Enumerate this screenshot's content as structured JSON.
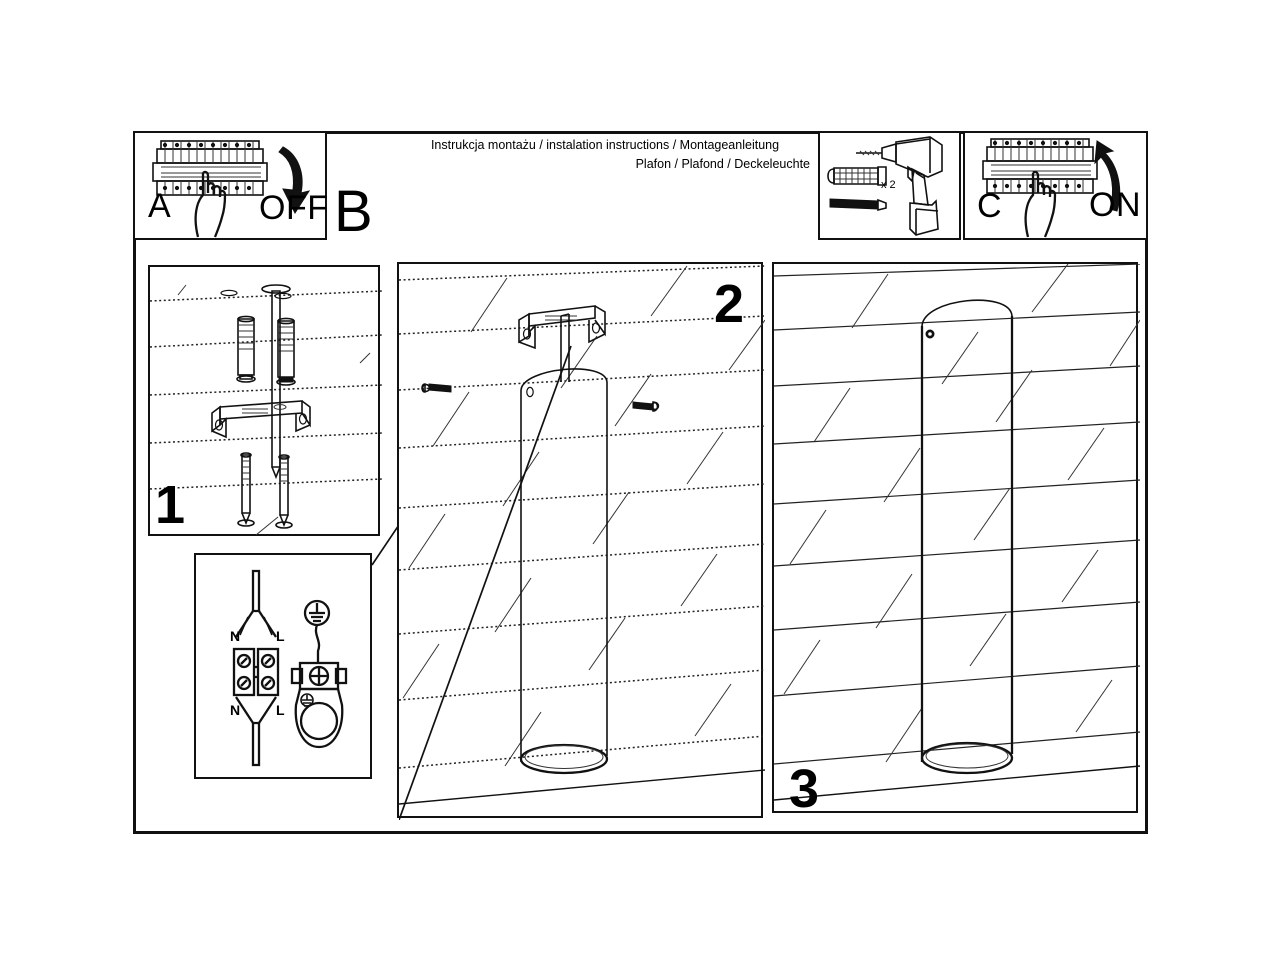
{
  "document": {
    "type": "installation-instruction-sheet",
    "title_line_1": "Instrukcja montażu / instalation instructions / Montageanleitung",
    "title_line_2": "Plafon / Plafond / Deckeleuchte",
    "background_color": "#ffffff",
    "line_color": "#111111"
  },
  "header": {
    "panel_a": {
      "label": "A",
      "action_label": "OFF",
      "icon": "circuit-breaker-panel",
      "hand_icon": "hand-pointing-icon",
      "arrow_icon": "curved-arrow-down-icon"
    },
    "panel_b": {
      "label": "B"
    },
    "panel_drill": {
      "quantity_label": "x 2",
      "icons": [
        "wall-plug-anchor-icon",
        "screw-icon",
        "power-drill-icon"
      ]
    },
    "panel_c": {
      "label": "C",
      "action_label": "ON",
      "icon": "circuit-breaker-panel",
      "hand_icon": "hand-pointing-icon",
      "arrow_icon": "curved-arrow-up-icon"
    }
  },
  "steps": [
    {
      "number": "1",
      "name": "mount-bracket-to-ceiling",
      "icons": [
        "ceiling-holes-icon",
        "wall-plug-anchor-icon",
        "mounting-bracket-icon",
        "screw-icon"
      ]
    },
    {
      "number": "2",
      "name": "attach-luminaire-to-bracket",
      "icons": [
        "mounting-bracket-icon",
        "cylinder-luminaire-icon",
        "grub-screw-icon"
      ]
    },
    {
      "number": "3",
      "name": "installed-luminaire",
      "icons": [
        "cylinder-luminaire-icon"
      ]
    }
  ],
  "wiring_detail": {
    "name": "terminal-block-wiring-diagram",
    "terminal_top_left": "N",
    "terminal_top_right": "L",
    "terminal_bottom_left": "N",
    "terminal_bottom_right": "L",
    "earth_symbol": "earth-ground-icon",
    "connector_icon": "earth-terminal-clamp-icon"
  }
}
